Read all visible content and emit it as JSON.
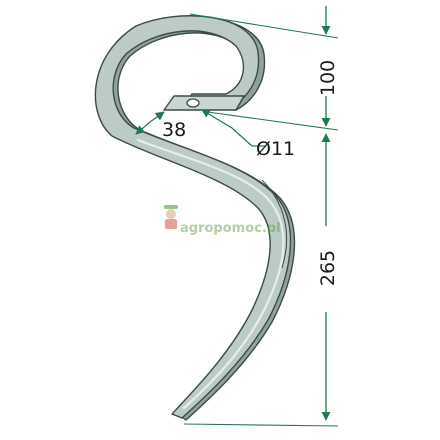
{
  "colors": {
    "accent": "#1f7a4f",
    "tine_fill": "#b9c9c3",
    "tine_edge": "#3d4a45",
    "watermark_green": "#5b9a3c",
    "watermark_red": "#c0392b"
  },
  "dimensions": {
    "top_height": "100",
    "main_height": "265",
    "width": "38",
    "hole_diameter": "Ø11"
  },
  "watermark": {
    "text": "agropomoc.pl"
  }
}
